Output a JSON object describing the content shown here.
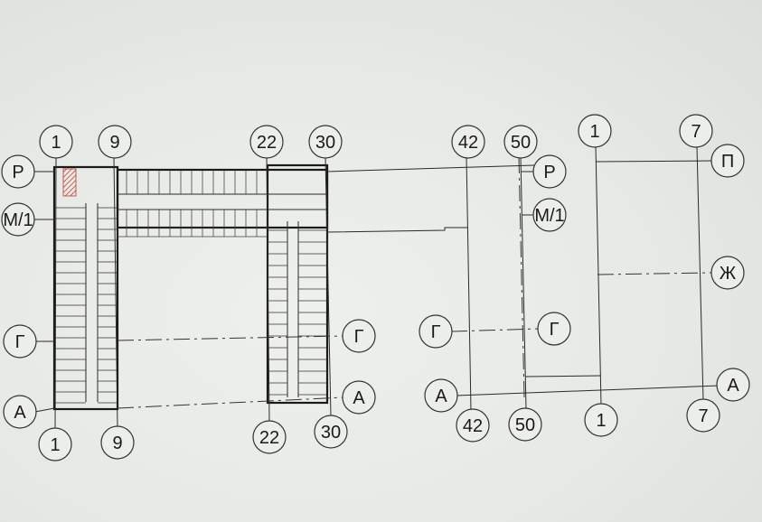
{
  "drawing": {
    "title": "Floor plan with grid axes",
    "axes_top": [
      "1",
      "9",
      "22",
      "30",
      "42",
      "50",
      "1",
      "7"
    ],
    "axes_bottom": [
      "1",
      "9",
      "22",
      "30",
      "42",
      "50",
      "1",
      "7"
    ],
    "axes_left": [
      "Р",
      "М/1",
      "Г",
      "А"
    ],
    "axes_middle": [
      "Г",
      "А",
      "Г",
      "А",
      "Р",
      "М/1",
      "Г"
    ],
    "axes_right": [
      "П",
      "Ж",
      "А"
    ],
    "hatch_color": "#c0392b"
  }
}
